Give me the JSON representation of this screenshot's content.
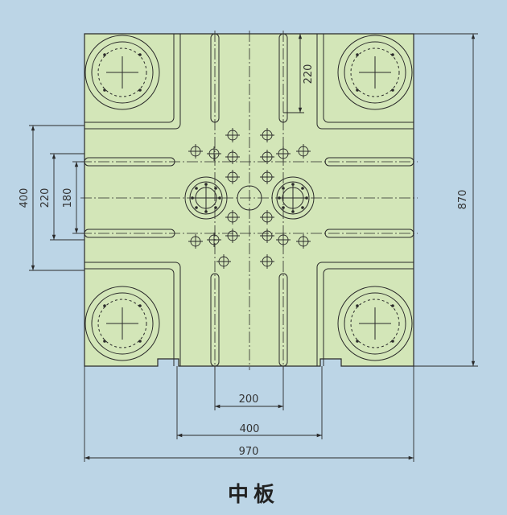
{
  "drawing": {
    "caption": "中板",
    "colors": {
      "background": "#bcd5e6",
      "plate": "#d3e6b8",
      "line": "#2a2a2a"
    },
    "dimensions": {
      "overall_width": "970",
      "overall_height": "870",
      "inner_width": "400",
      "center_width": "200",
      "slot_length": "220",
      "left_outer": "400",
      "left_mid": "220",
      "left_inner": "180"
    }
  }
}
